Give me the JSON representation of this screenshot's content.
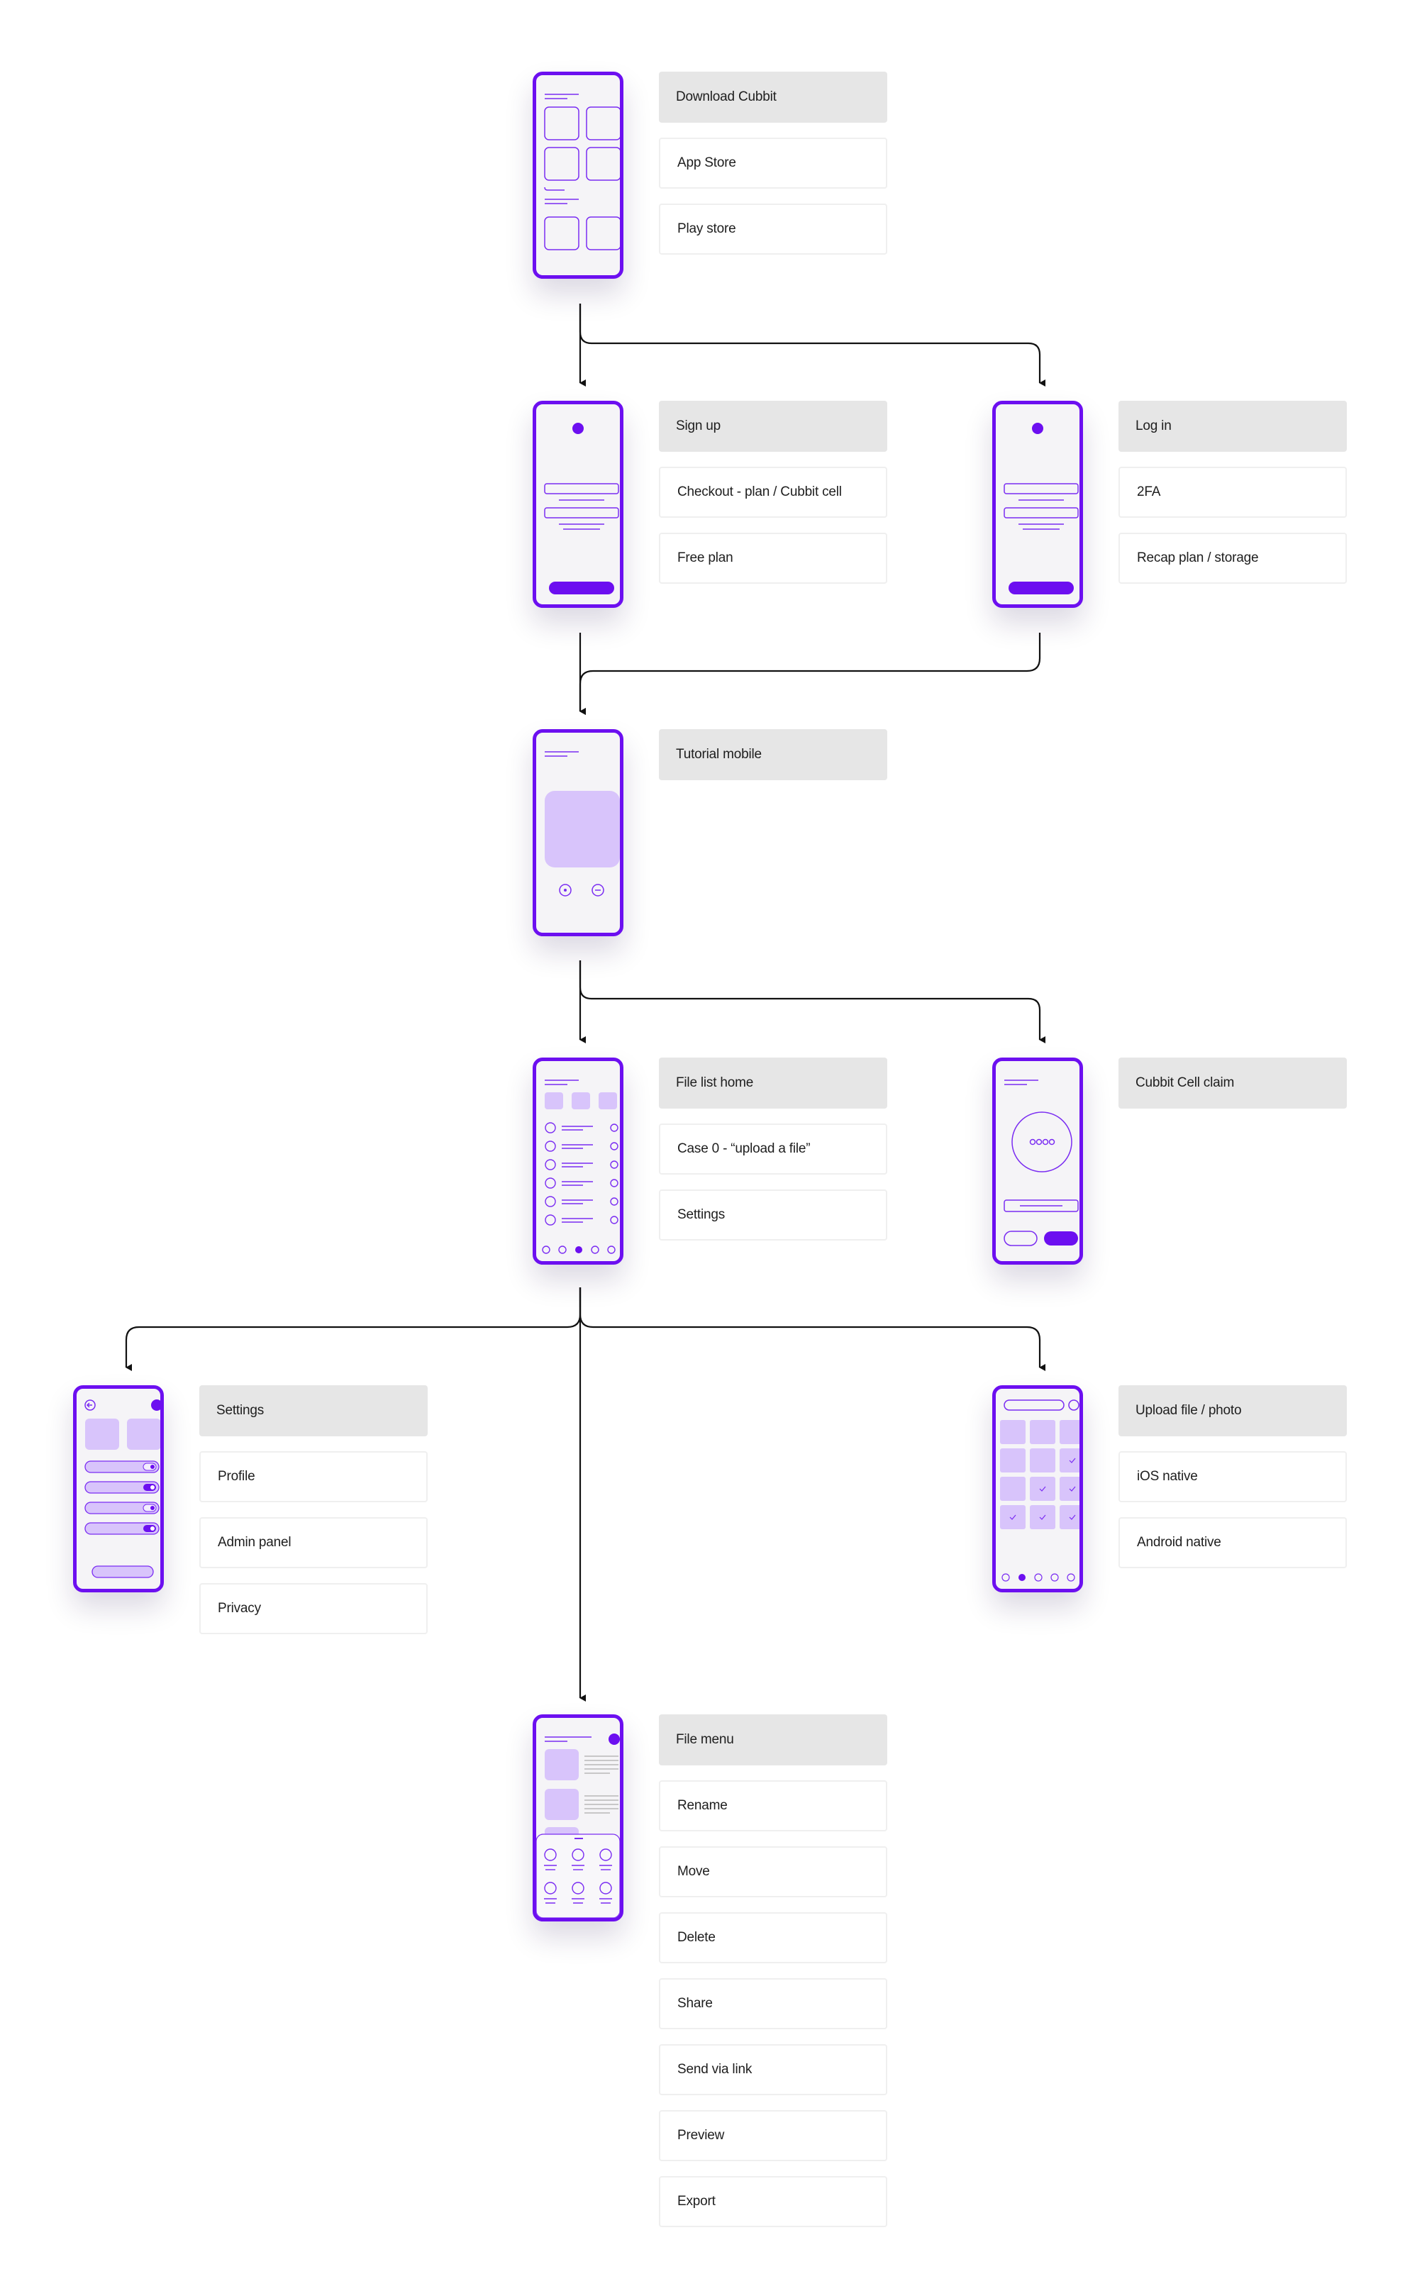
{
  "colors": {
    "accent": "#6c0ff0",
    "tile": "#d8c4fb",
    "label_head_bg": "#e6e6e6",
    "label_item_border": "#efefef"
  },
  "nodes": [
    {
      "id": "download",
      "screen": "store-grid-screen",
      "labels": [
        "Download Cubbit",
        "App Store",
        "Play store"
      ]
    },
    {
      "id": "signup",
      "screen": "signup-screen",
      "labels": [
        "Sign up",
        "Checkout - plan / Cubbit cell",
        "Free plan"
      ]
    },
    {
      "id": "login",
      "screen": "login-screen",
      "labels": [
        "Log in",
        "2FA",
        "Recap plan / storage"
      ]
    },
    {
      "id": "tutorial",
      "screen": "tutorial-screen",
      "labels": [
        "Tutorial mobile"
      ]
    },
    {
      "id": "filelist",
      "screen": "file-list-screen",
      "labels": [
        "File list home",
        "Case 0 - “upload a file”",
        "Settings"
      ]
    },
    {
      "id": "cellclaim",
      "screen": "cell-claim-screen",
      "labels": [
        "Cubbit Cell claim"
      ]
    },
    {
      "id": "settings",
      "screen": "settings-screen",
      "labels": [
        "Settings",
        "Profile",
        "Admin panel",
        "Privacy"
      ]
    },
    {
      "id": "upload",
      "screen": "upload-screen",
      "labels": [
        "Upload file / photo",
        "iOS native",
        "Android native"
      ]
    },
    {
      "id": "filemenu",
      "screen": "file-menu-screen",
      "labels": [
        "File menu",
        "Rename",
        "Move",
        "Delete",
        "Share",
        "Send via link",
        "Preview",
        "Export"
      ]
    }
  ],
  "edges": [
    [
      "download",
      "signup"
    ],
    [
      "download",
      "login"
    ],
    [
      "signup",
      "tutorial"
    ],
    [
      "login",
      "tutorial"
    ],
    [
      "tutorial",
      "filelist"
    ],
    [
      "tutorial",
      "cellclaim"
    ],
    [
      "filelist",
      "settings"
    ],
    [
      "filelist",
      "filemenu"
    ],
    [
      "filelist",
      "upload"
    ]
  ]
}
